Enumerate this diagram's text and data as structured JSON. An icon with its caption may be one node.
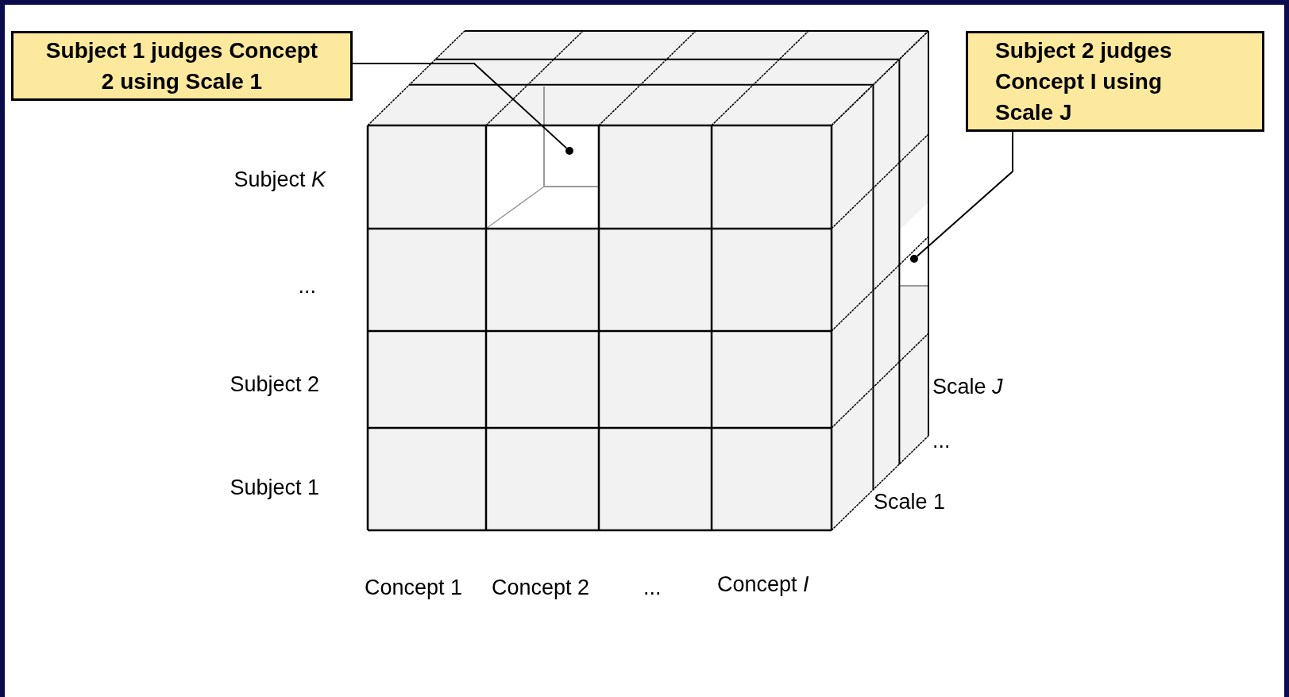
{
  "diagram": {
    "nodes": [
      {
        "text": [
          "Subject 1 judges Concept 2 using Scale 1"
        ]
      },
      {
        "text": [
          "Subject 2 judges Concept I using Scale J"
        ]
      },
      {
        "text": [],
        "shape": "circle"
      },
      {
        "text": [],
        "shape": "circle"
      }
    ],
    "edges": [
      {
        "from": 0,
        "to": 2,
        "arrow": "none"
      },
      {
        "from": 1,
        "to": 3,
        "arrow": "none"
      }
    ],
    "labels": [
      "Subject *K*",
      "...",
      "Subject 2",
      "Subject 1",
      "Scale *J*",
      "...",
      "Scale 1",
      "Concept 1",
      "Concept 2",
      "...",
      "Concept *I*"
    ]
  }
}
